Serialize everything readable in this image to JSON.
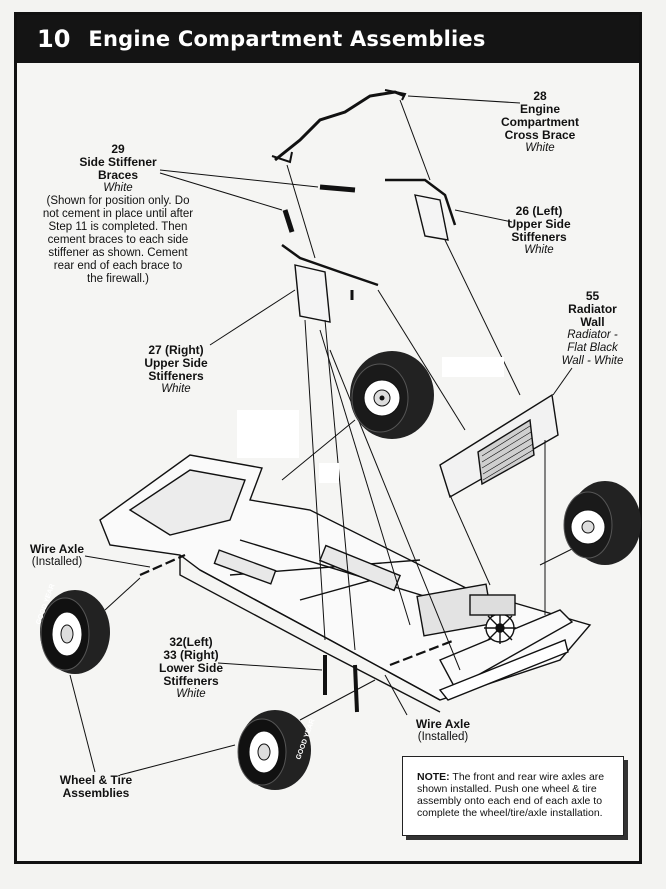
{
  "header": {
    "step_number": "10",
    "title": "Engine Compartment Assemblies"
  },
  "parts": {
    "p28": {
      "number": "28",
      "name_lines": [
        "Engine",
        "Compartment",
        "Cross Brace"
      ],
      "color": "White"
    },
    "p29": {
      "number": "29",
      "name_lines": [
        "Side Stiffener",
        "Braces"
      ],
      "color": "White",
      "note_lines": [
        "(Shown for position only. Do",
        "not cement in place until after",
        "Step 11 is completed. Then",
        "cement braces to each side",
        "stiffener as shown. Cement",
        "rear end of each brace to",
        "the firewall.)"
      ]
    },
    "p26": {
      "name_lines": [
        "26 (Left)",
        "Upper Side",
        "Stiffeners"
      ],
      "color": "White"
    },
    "p55": {
      "number": "55",
      "name_lines": [
        "Radiator",
        "Wall"
      ],
      "color_lines": [
        "Radiator -",
        "Flat Black",
        "Wall - White"
      ]
    },
    "p27": {
      "name_lines": [
        "27 (Right)",
        "Upper Side",
        "Stiffeners"
      ],
      "color": "White"
    },
    "p32": {
      "name_lines": [
        "32(Left)",
        "33 (Right)",
        "Lower Side",
        "Stiffeners"
      ],
      "color": "White"
    },
    "wire_axle_rear": {
      "name": "Wire Axle",
      "sub": "(Installed)"
    },
    "wire_axle_front": {
      "name": "Wire Axle",
      "sub": "(Installed)"
    },
    "wheel": {
      "name_lines": [
        "Wheel & Tire",
        "Assemblies"
      ]
    },
    "tire_brand": "GOOD YEAR"
  },
  "note": {
    "label": "NOTE:",
    "text": " The front and rear wire axles are shown installed. Push one wheel & tire assembly onto each end of each axle to complete the wheel/tire/axle installation."
  }
}
